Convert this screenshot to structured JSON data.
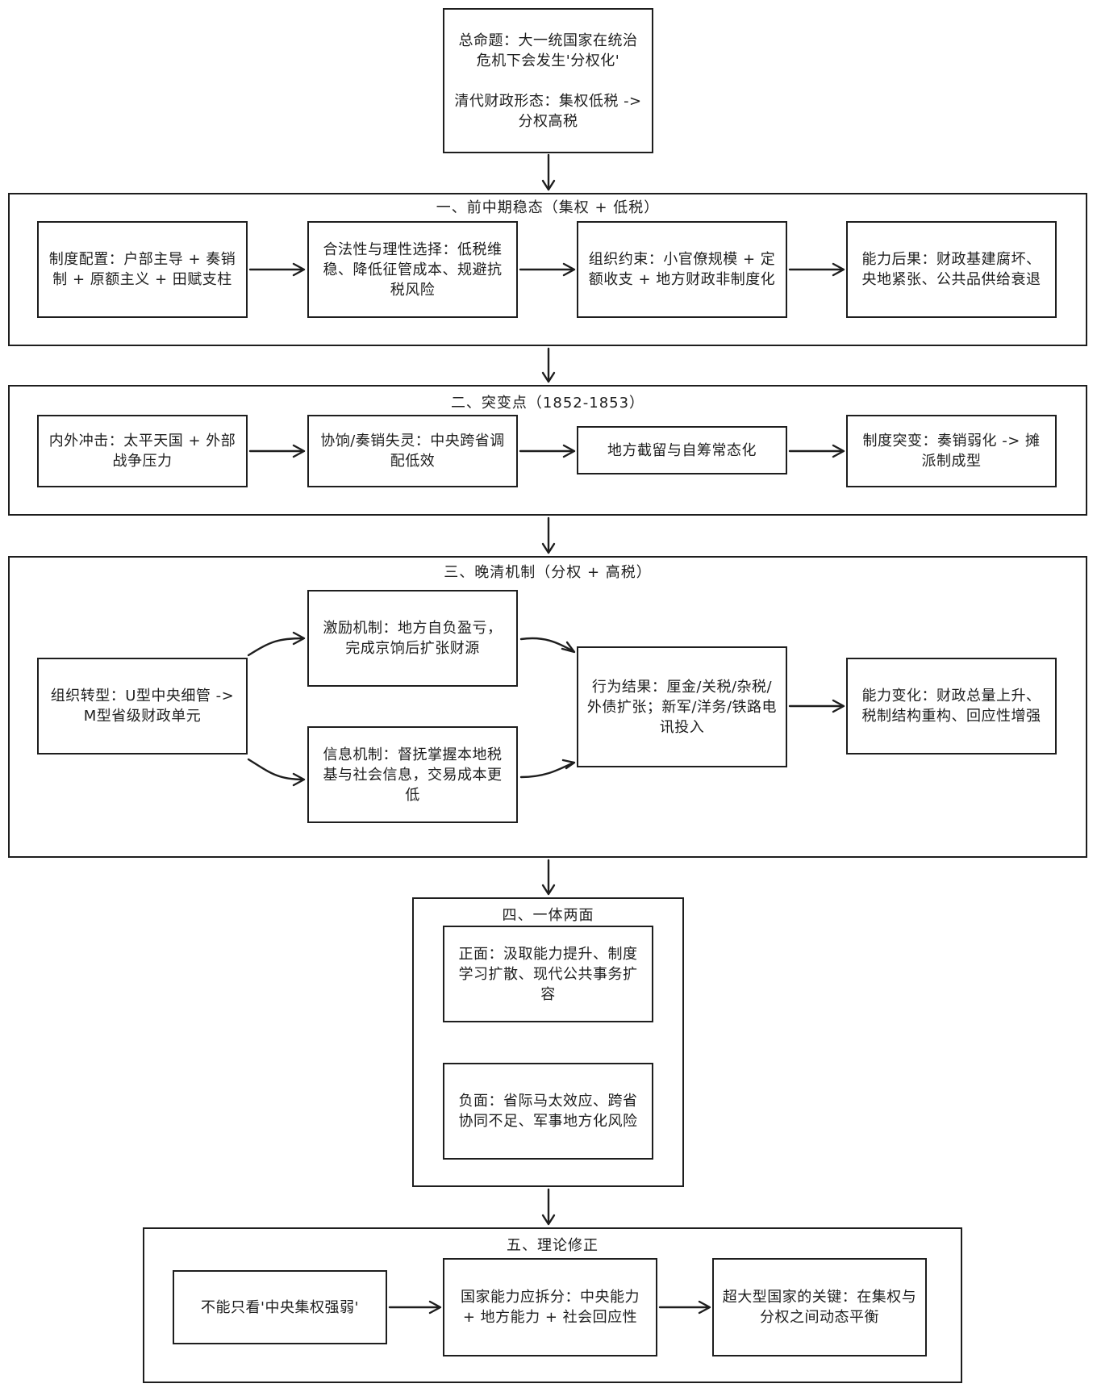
{
  "root": {
    "line1": "总命题：大一统国家在统治危机下会发生'分权化'",
    "line2": "清代财政形态：集权低税 -> 分权高税"
  },
  "sections": [
    {
      "title": "一、前中期稳态（集权 + 低税）",
      "nodes": [
        "制度配置：户部主导 + 奏销制 + 原额主义 + 田赋支柱",
        "合法性与理性选择：低税维稳、降低征管成本、规避抗税风险",
        "组织约束：小官僚规模 + 定额收支 + 地方财政非制度化",
        "能力后果：财政基建腐坏、央地紧张、公共品供给衰退"
      ]
    },
    {
      "title": "二、突变点（1852-1853）",
      "nodes": [
        "内外冲击：太平天国 + 外部战争压力",
        "协饷/奏销失灵：中央跨省调配低效",
        "地方截留与自筹常态化",
        "制度突变：奏销弱化 -> 摊派制成型"
      ]
    },
    {
      "title": "三、晚清机制（分权 + 高税）",
      "nodes": [
        "组织转型：U型中央细管 -> M型省级财政单元",
        "激励机制：地方自负盈亏，完成京饷后扩张财源",
        "信息机制：督抚掌握本地税基与社会信息，交易成本更低",
        "行为结果：厘金/关税/杂税/外债扩张；新军/洋务/铁路电讯投入",
        "能力变化：财政总量上升、税制结构重构、回应性增强"
      ]
    },
    {
      "title": "四、一体两面",
      "nodes": [
        "正面：汲取能力提升、制度学习扩散、现代公共事务扩容",
        "负面：省际马太效应、跨省协同不足、军事地方化风险"
      ]
    },
    {
      "title": "五、理论修正",
      "nodes": [
        "不能只看'中央集权强弱'",
        "国家能力应拆分：中央能力 + 地方能力 + 社会回应性",
        "超大型国家的关键：在集权与分权之间动态平衡"
      ]
    }
  ]
}
